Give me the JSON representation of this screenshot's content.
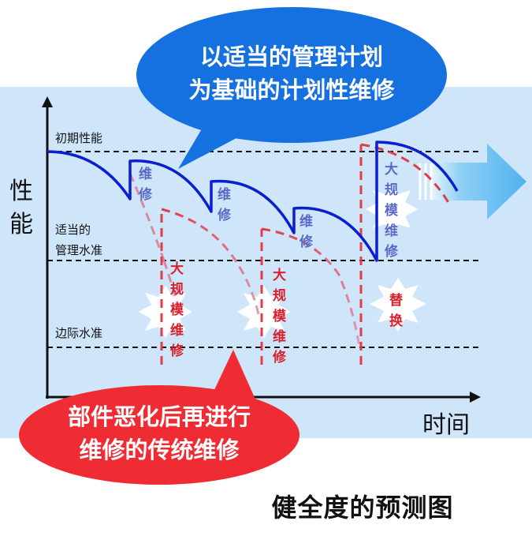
{
  "y_axis_label": [
    "性",
    "能"
  ],
  "x_axis_label": "时间",
  "levels": {
    "initial": "初期性能",
    "appropriate": [
      "适当的",
      "管理水准"
    ],
    "marginal": "边际水准"
  },
  "labels": {
    "maintenance": [
      "维",
      "修"
    ],
    "major_maintenance": [
      "大",
      "规",
      "模",
      "维",
      "修"
    ],
    "replacement": [
      "替",
      "换"
    ]
  },
  "bubble_top": [
    "以适当的管理计划",
    "为基础的计划性维修"
  ],
  "bubble_bottom": [
    "部件恶化后再进行",
    "维修的传统维修"
  ],
  "caption": "健全度的预测图",
  "colors": {
    "panel_bg": "#cfe6fa",
    "planned_curve": "#0a1fcf",
    "traditional_curve": "#e03c4a",
    "traditional_fade": "#d88aa0",
    "blue_bubble": "#1570e0",
    "red_bubble": "#ef2b33",
    "arrow": "#58b8f0",
    "label_blue": "#5a6ac8",
    "label_red": "#d8202c"
  }
}
